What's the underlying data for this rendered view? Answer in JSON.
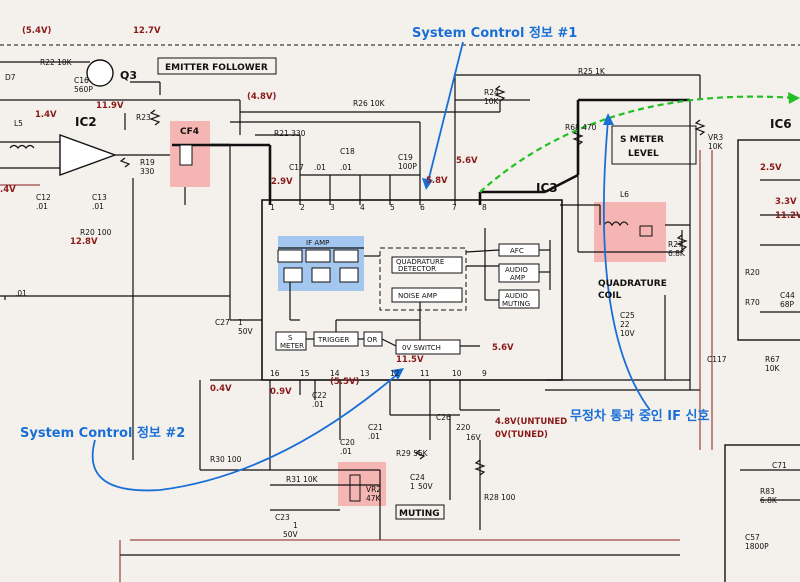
{
  "annotations": {
    "system_control_1": "System Control 정보 #1",
    "system_control_2": "System Control 정보 #2",
    "if_signal": "무정차 통과 중인 IF 신호"
  },
  "labels": {
    "emitter_follower": "EMITTER FOLLOWER",
    "s_meter_level": [
      "S METER",
      "LEVEL"
    ],
    "quadrature_coil": [
      "QUADRATURE",
      "COIL"
    ],
    "muting": "MUTING",
    "ic3": "IC3",
    "ic2": "IC2",
    "ic6": "IC6",
    "q3": "Q3",
    "l5": "L5",
    "l6": "L6",
    "cf4": "CF4",
    "d7": "D7",
    "tuned_note": [
      "4.8V(UNTUNED",
      "0V(TUNED)"
    ]
  },
  "blocks": {
    "if_amp": "IF AMP",
    "quadrature_detector": [
      "QUADRATURE",
      "DETECTOR"
    ],
    "noise_amp": "NOISE AMP",
    "afc": "AFC",
    "audio_amp": [
      "AUDIO",
      "AMP"
    ],
    "audio_muting": [
      "AUDIO",
      "MUTING"
    ],
    "s_meter": [
      "S",
      "METER"
    ],
    "trigger": "TRIGGER",
    "or": "OR",
    "ov_switch": "0V SWITCH"
  },
  "voltages": [
    "(5.4V)",
    "12.7V",
    "1.4V",
    "11.9V",
    "(4.8V)",
    "2.9V",
    "5.8V",
    "5.6V",
    "(5.5V)",
    "11.5V",
    "5.6V",
    "0.4V",
    "0.9V",
    "2.5V",
    "3.3V",
    "11.2V",
    ".4V"
  ],
  "components": {
    "r22": "R22 10K",
    "r23": "R23",
    "r19": [
      "R19",
      "330"
    ],
    "r20": "R20 100",
    "r21": "R21 330",
    "r26": "R26 10K",
    "r24": [
      "R24",
      "10K"
    ],
    "r25": "R25 1K",
    "r68": "R68 470",
    "vr3": [
      "VR3",
      "10K"
    ],
    "r27": [
      "R27",
      "6.8K"
    ],
    "c16": [
      "C16",
      "560P"
    ],
    "c17": [
      "C17",
      ".01"
    ],
    "c18": [
      "C18",
      ".01"
    ],
    "c19": [
      "C19",
      "100P"
    ],
    "c12": [
      "C12",
      ".01"
    ],
    "c13": [
      "C13",
      ".01"
    ],
    "c27": [
      "C27",
      "1",
      "50V"
    ],
    "c22": [
      "C22",
      ".01"
    ],
    "c20": [
      "C20",
      ".01"
    ],
    "c21": [
      "C21",
      ".01"
    ],
    "c25": [
      "C25",
      "22",
      "10V"
    ],
    "c23": [
      "C23",
      "1",
      "50V"
    ],
    "c24": [
      "C24",
      "1",
      "50V"
    ],
    "c26": [
      "C26",
      "220",
      "16V"
    ],
    "r29": "R29 56K",
    "r28": "R28 100",
    "r30": "R30 100",
    "r31": "R31 10K",
    "vr2": [
      "VR2",
      "47K"
    ],
    "r20b": "R20",
    "r70": "R70",
    "c44": [
      "C44",
      "68P"
    ],
    "c117": "C117",
    "r67": [
      "R67",
      "10K"
    ],
    "c71": "C71",
    "r83": [
      "R83",
      "6.8K"
    ],
    "c57": [
      "C57",
      "1800P"
    ],
    "v128": "12.8V",
    "c01": ".01"
  },
  "pins": [
    "1",
    "2",
    "3",
    "4",
    "5",
    "6",
    "7",
    "8",
    "9",
    "10",
    "11",
    "12",
    "13",
    "14",
    "15",
    "16"
  ],
  "colors": {
    "annotation": "#1a6fd6",
    "highlight_red": "#f08080",
    "highlight_blue": "#7fb2f0",
    "green_arrow": "#22c022",
    "voltage": "#8a1a1a"
  }
}
